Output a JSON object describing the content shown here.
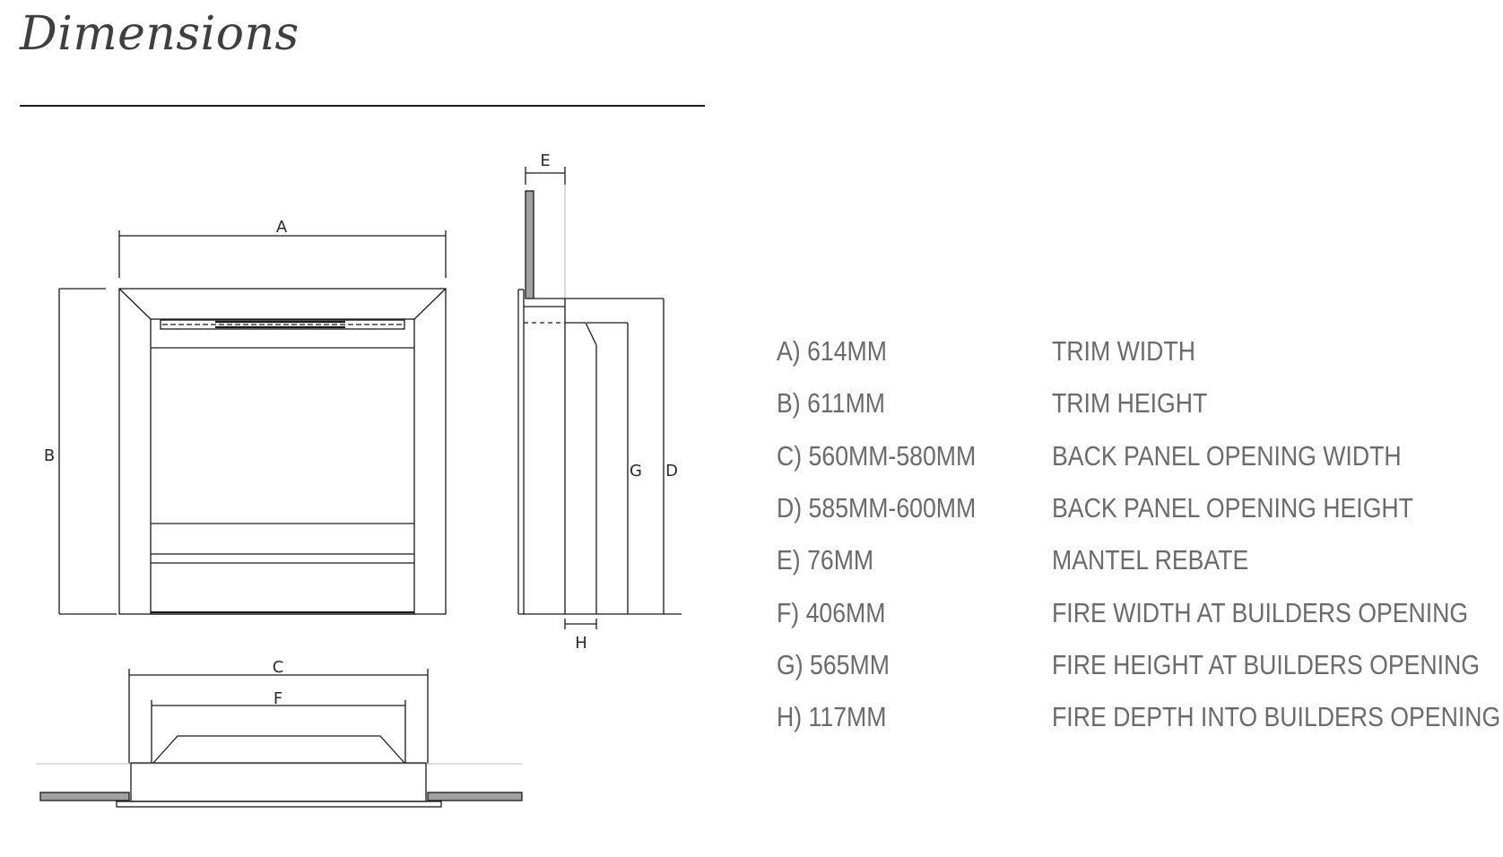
{
  "heading": "Dimensions",
  "labels": {
    "a": "A",
    "b": "B",
    "c": "C",
    "d": "D",
    "e": "E",
    "f": "F",
    "g": "G",
    "h": "H"
  },
  "specs": [
    {
      "value": "A) 614MM",
      "description": "TRIM WIDTH"
    },
    {
      "value": "B) 611MM",
      "description": "TRIM HEIGHT"
    },
    {
      "value": "C) 560MM-580MM",
      "description": "BACK PANEL OPENING WIDTH"
    },
    {
      "value": "D) 585MM-600MM",
      "description": "BACK PANEL OPENING HEIGHT"
    },
    {
      "value": "E) 76MM",
      "description": "MANTEL REBATE"
    },
    {
      "value": "F) 406MM",
      "description": "FIRE WIDTH AT BUILDERS OPENING"
    },
    {
      "value": "G) 565MM",
      "description": "FIRE HEIGHT AT BUILDERS OPENING"
    },
    {
      "value": "H) 117MM",
      "description": "FIRE DEPTH INTO BUILDERS OPENING"
    }
  ],
  "colors": {
    "heading": "#3f3f3f",
    "spec_text": "#6b6b6b",
    "line": "#1a1a1a",
    "trim_fill": "#a0a0a0"
  }
}
